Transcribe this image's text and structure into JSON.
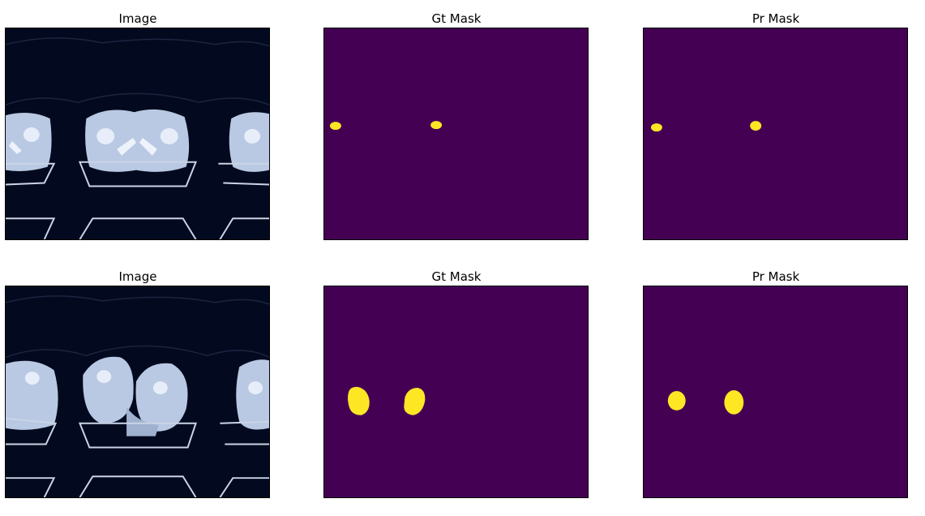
{
  "colors": {
    "mask_background": "#440154",
    "mask_foreground": "#fde725",
    "ct_background": "#030a1f",
    "ct_tissue": "#b9c9e3",
    "ct_bone": "#eef3fb"
  },
  "rows": [
    {
      "panels": [
        {
          "title": "Image",
          "kind": "ct"
        },
        {
          "title": "Gt Mask",
          "kind": "mask"
        },
        {
          "title": "Pr Mask",
          "kind": "mask"
        }
      ]
    },
    {
      "panels": [
        {
          "title": "Image",
          "kind": "ct"
        },
        {
          "title": "Gt Mask",
          "kind": "mask"
        },
        {
          "title": "Pr Mask",
          "kind": "mask"
        }
      ]
    }
  ]
}
